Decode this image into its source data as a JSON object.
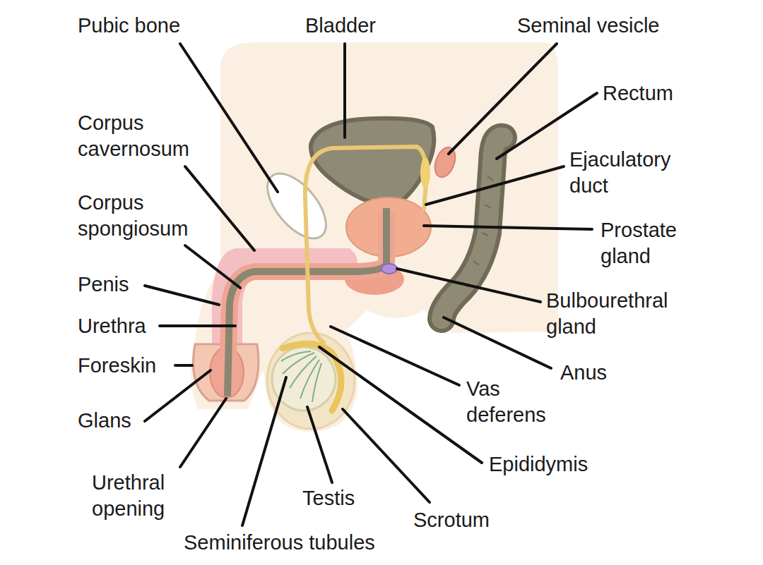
{
  "diagram": {
    "labels": [
      "Pubic bone",
      "Bladder",
      "Seminal vesicle",
      "Rectum",
      "Corpus cavernosum",
      "Ejaculatory duct",
      "Corpus spongiosum",
      "Prostate gland",
      "Penis",
      "Bulbourethral gland",
      "Urethra",
      "Anus",
      "Foreskin",
      "Vas deferens",
      "Glans",
      "Epididymis",
      "Urethral opening",
      "Testis",
      "Scrotum",
      "Seminiferous tubules"
    ]
  }
}
